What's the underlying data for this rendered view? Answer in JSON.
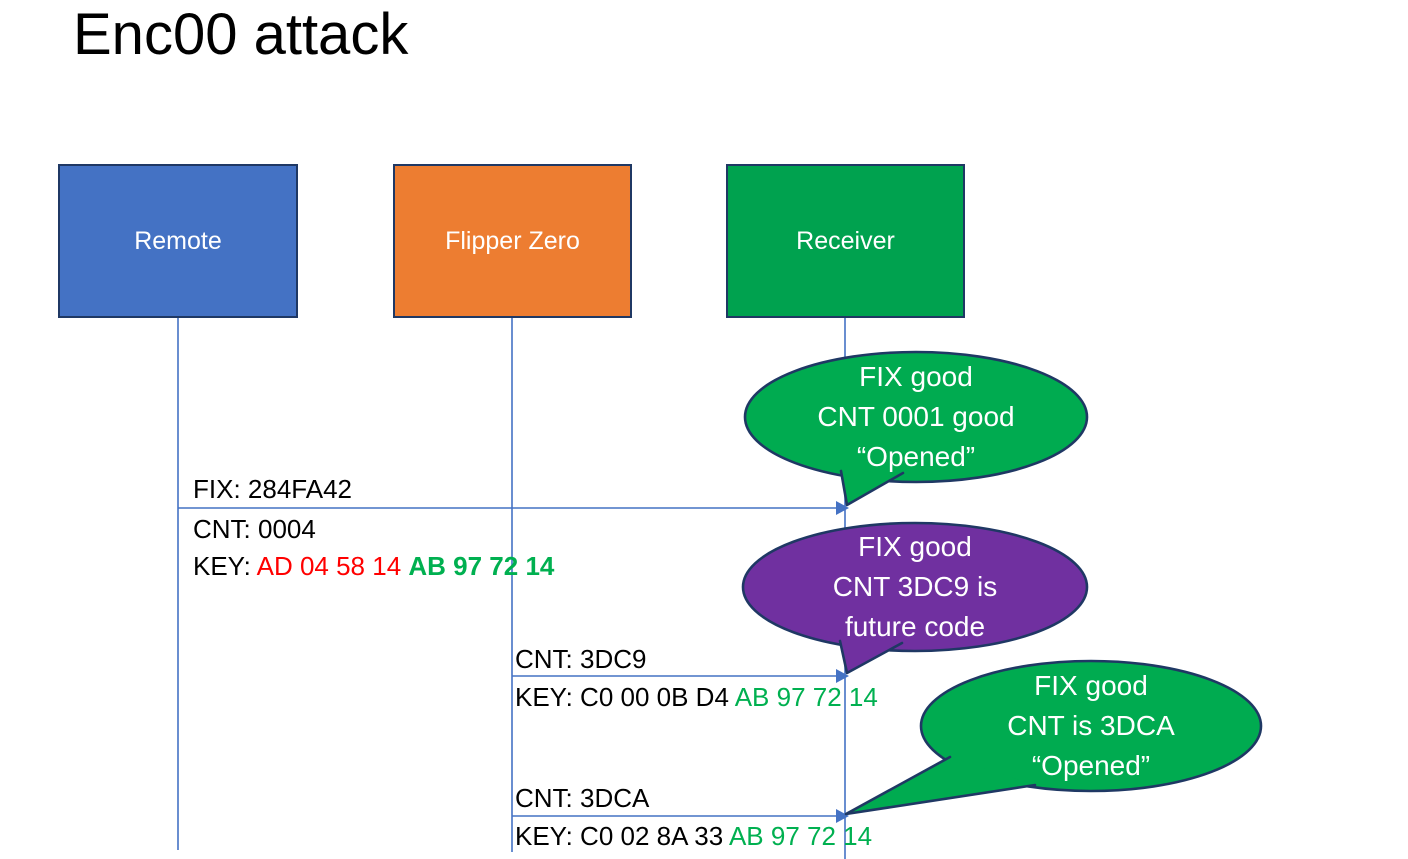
{
  "title": "Enc00 attack",
  "actors": {
    "remote": {
      "label": "Remote"
    },
    "flipper": {
      "label": "Flipper Zero"
    },
    "receiver": {
      "label": "Receiver"
    }
  },
  "messages": {
    "m1": {
      "fix": "FIX: 284FA42",
      "cnt": "CNT: 0004",
      "key_prefix": "KEY: ",
      "key_red": "AD 04 58 14 ",
      "key_green": "AB 97 72 14"
    },
    "m2": {
      "cnt": "CNT: 3DC9",
      "key_prefix": "KEY: C0 00 0B D4 ",
      "key_green": "AB 97 72 14"
    },
    "m3": {
      "cnt": "CNT: 3DCA",
      "key_prefix": "KEY: C0 02 8A 33 ",
      "key_green": "AB 97 72 14"
    }
  },
  "bubbles": [
    {
      "lines": [
        "FIX good",
        "CNT 0001 good",
        "“Opened”"
      ]
    },
    {
      "lines": [
        "FIX good",
        "CNT 3DC9 is",
        "future code"
      ]
    },
    {
      "lines": [
        "FIX good",
        "CNT is 3DCA",
        "“Opened”"
      ]
    }
  ],
  "colors": {
    "remote_fill": "#4472C4",
    "flipper_fill": "#ED7D31",
    "receiver_fill": "#00A24F",
    "bubble_green": "#00AB50",
    "bubble_purple": "#7030A0",
    "outline_navy": "#1F3864",
    "arrow_blue": "#4472C4",
    "key_red": "#FF0000",
    "key_green": "#00B050",
    "text_white": "#FFFFFF",
    "text_black": "#000000"
  }
}
